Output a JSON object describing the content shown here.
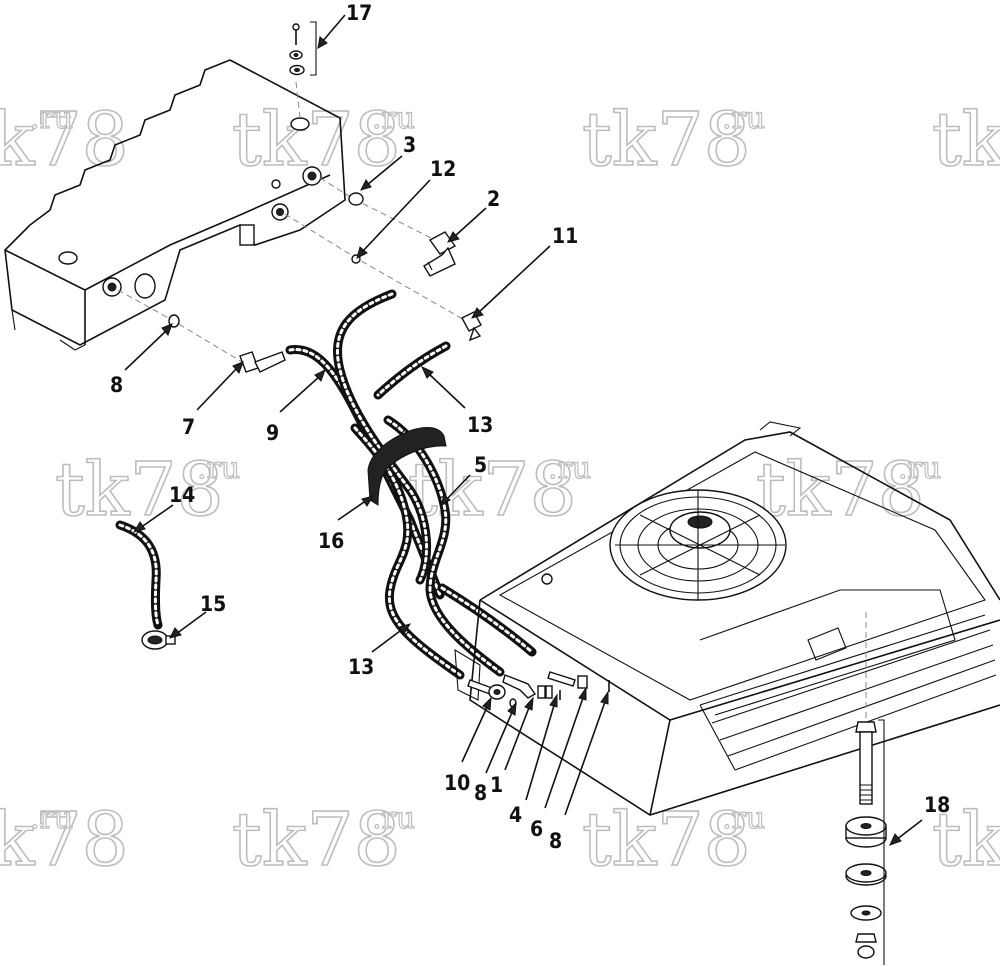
{
  "watermark": {
    "text": "tk78",
    "suffix": ".ru"
  },
  "callouts": [
    {
      "id": "c17",
      "label": "17"
    },
    {
      "id": "c3",
      "label": "3"
    },
    {
      "id": "c12",
      "label": "12"
    },
    {
      "id": "c2",
      "label": "2"
    },
    {
      "id": "c11",
      "label": "11"
    },
    {
      "id": "c8a",
      "label": "8"
    },
    {
      "id": "c7",
      "label": "7"
    },
    {
      "id": "c9",
      "label": "9"
    },
    {
      "id": "c13a",
      "label": "13"
    },
    {
      "id": "c5",
      "label": "5"
    },
    {
      "id": "c14",
      "label": "14"
    },
    {
      "id": "c16",
      "label": "16"
    },
    {
      "id": "c15",
      "label": "15"
    },
    {
      "id": "c13b",
      "label": "13"
    },
    {
      "id": "c10",
      "label": "10"
    },
    {
      "id": "c8b",
      "label": "8"
    },
    {
      "id": "c1",
      "label": "1"
    },
    {
      "id": "c4",
      "label": "4"
    },
    {
      "id": "c6",
      "label": "6"
    },
    {
      "id": "c8c",
      "label": "8"
    },
    {
      "id": "c18",
      "label": "18"
    }
  ]
}
